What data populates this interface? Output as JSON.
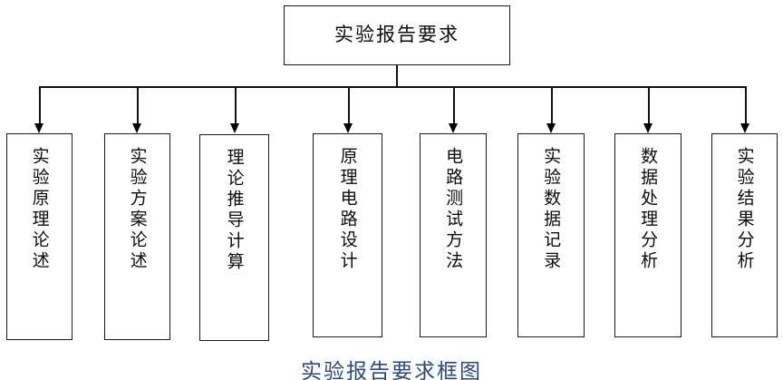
{
  "figure": {
    "caption": "实验报告要求框图",
    "caption_color": "#2b4a77",
    "background_color": "#ffffff",
    "line_color": "#111111",
    "box_border_color": "#1a1a1a",
    "text_color": "#0d0d0d",
    "orientation": "top-down-tree",
    "levels": 2
  },
  "root": {
    "label": "实验报告要求",
    "text_direction": "horizontal"
  },
  "branches": [
    {
      "index": 1,
      "label": "实验原理论述",
      "text_direction": "vertical"
    },
    {
      "index": 2,
      "label": "实验方案论述",
      "text_direction": "vertical"
    },
    {
      "index": 3,
      "label": "理论推导计算",
      "text_direction": "vertical"
    },
    {
      "index": 4,
      "label": "原理电路设计",
      "text_direction": "vertical"
    },
    {
      "index": 5,
      "label": "电路测试方法",
      "text_direction": "vertical"
    },
    {
      "index": 6,
      "label": "实验数据记录",
      "text_direction": "vertical"
    },
    {
      "index": 7,
      "label": "数据处理分析",
      "text_direction": "vertical"
    },
    {
      "index": 8,
      "label": "实验结果分析",
      "text_direction": "vertical"
    }
  ]
}
